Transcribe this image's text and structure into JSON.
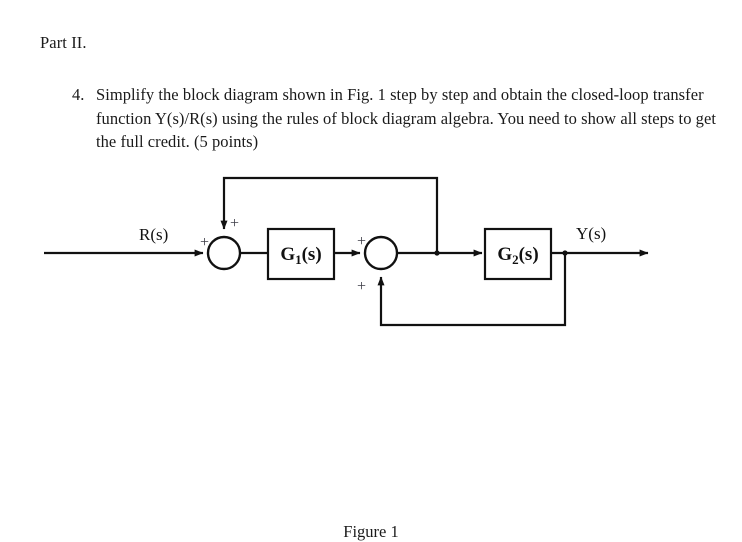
{
  "document": {
    "part_heading": "Part II.",
    "question": {
      "number": "4.",
      "text": "Simplify the block diagram shown in Fig. 1 step by step and obtain the closed-loop transfer function Y(s)/R(s) using the rules of block diagram algebra. You need to show all steps to get the full credit. (5 points)"
    },
    "figure": {
      "caption": "Figure 1"
    }
  },
  "diagram": {
    "input_label": "R(s)",
    "output_label": "Y(s)",
    "blocks": [
      {
        "id": "g1",
        "label_main": "G",
        "label_sub": "1",
        "label_tail": "(s)"
      },
      {
        "id": "g2",
        "label_main": "G",
        "label_sub": "2",
        "label_tail": "(s)"
      }
    ],
    "summing_junctions": [
      {
        "id": "sum1",
        "signs": {
          "left": "+",
          "top": "+"
        }
      },
      {
        "id": "sum2",
        "signs": {
          "left": "+",
          "bottom": "+"
        }
      }
    ],
    "feedback_paths": [
      {
        "id": "outer-feedback",
        "from": "sum2-output",
        "to": "sum1-top",
        "sign": "+"
      },
      {
        "id": "inner-feedback",
        "from": "g2-output",
        "to": "sum2-bottom",
        "sign": "+"
      }
    ],
    "colors": {
      "line": "#111111",
      "text": "#1a1a1a",
      "sign": "#3c3c46",
      "background": "#ffffff"
    }
  }
}
